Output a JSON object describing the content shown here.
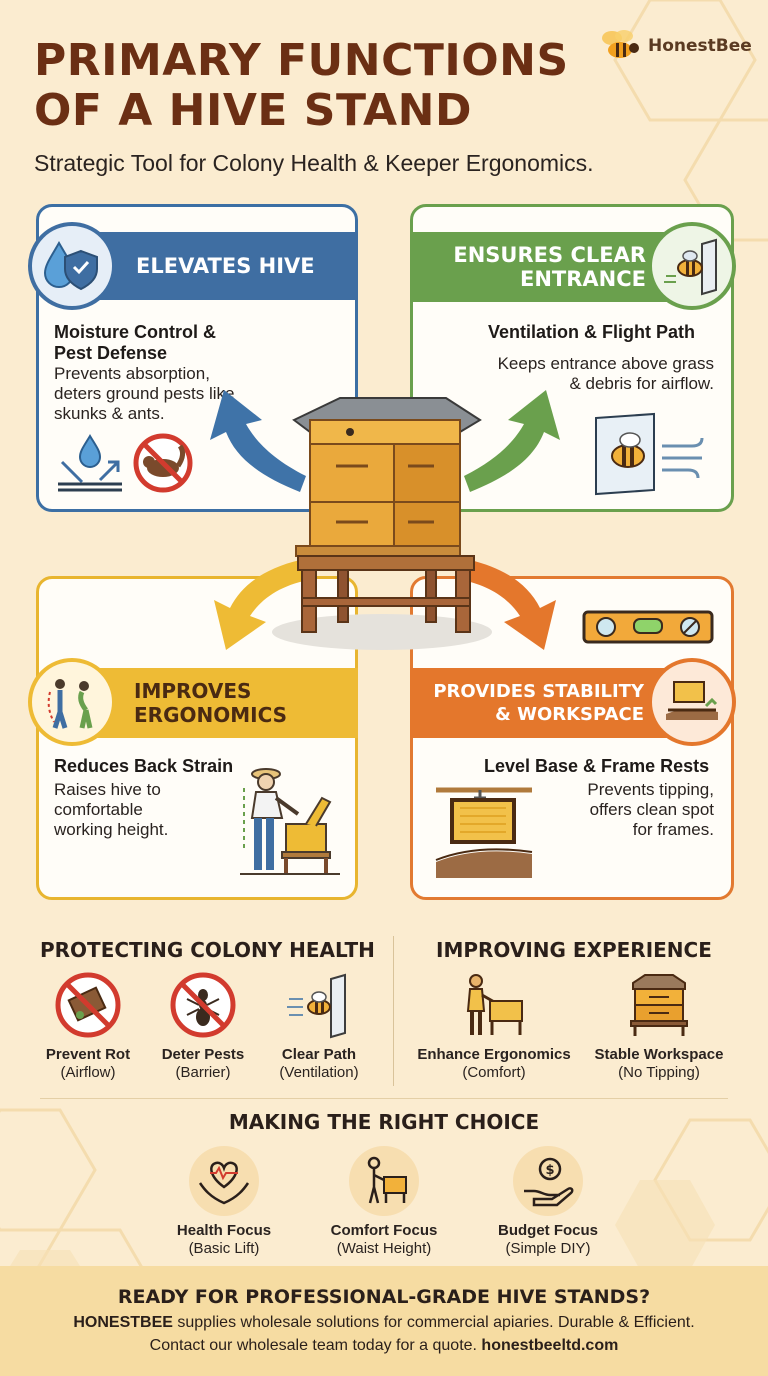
{
  "header": {
    "title_line1": "PRIMARY FUNCTIONS",
    "title_line2": "OF A HIVE STAND",
    "subtitle": "Strategic Tool for Colony Health & Keeper Ergonomics.",
    "brand": "HonestBee"
  },
  "cards": {
    "elevates": {
      "banner": "ELEVATES HIVE",
      "head_line1": "Moisture Control &",
      "head_line2": "Pest Defense",
      "body_line1": "Prevents absorption,",
      "body_line2": "deters ground pests like",
      "body_line3": "skunks & ants.",
      "color": "#3f6ea2"
    },
    "entrance": {
      "banner_line1": "ENSURES CLEAR",
      "banner_line2": "ENTRANCE",
      "head": "Ventilation & Flight Path",
      "body_line1": "Keeps entrance above grass",
      "body_line2": "& debris for airflow.",
      "color": "#6aa04d"
    },
    "ergonomics": {
      "banner_line1": "IMPROVES",
      "banner_line2": "ERGONOMICS",
      "head": "Reduces Back Strain",
      "body_line1": "Raises hive to",
      "body_line2": "comfortable",
      "body_line3": "working height.",
      "color": "#eebb35"
    },
    "stability": {
      "banner_line1": "PROVIDES STABILITY",
      "banner_line2": "& WORKSPACE",
      "head": "Level Base & Frame Rests",
      "body_line1": "Prevents tipping,",
      "body_line2": "offers clean spot",
      "body_line3": "for frames.",
      "color": "#e4772c"
    }
  },
  "colony": {
    "title": "PROTECTING COLONY HEALTH",
    "items": [
      {
        "label": "Prevent Rot",
        "sub": "(Airflow)"
      },
      {
        "label": "Deter Pests",
        "sub": "(Barrier)"
      },
      {
        "label": "Clear Path",
        "sub": "(Ventilation)"
      }
    ]
  },
  "experience": {
    "title": "IMPROVING EXPERIENCE",
    "items": [
      {
        "label": "Enhance Ergonomics",
        "sub": "(Comfort)"
      },
      {
        "label": "Stable Workspace",
        "sub": "(No Tipping)"
      }
    ]
  },
  "choice": {
    "title": "MAKING THE RIGHT CHOICE",
    "items": [
      {
        "label": "Health Focus",
        "sub": "(Basic Lift)"
      },
      {
        "label": "Comfort Focus",
        "sub": "(Waist Height)"
      },
      {
        "label": "Budget Focus",
        "sub": "(Simple DIY)"
      }
    ]
  },
  "footer": {
    "title": "READY FOR PROFESSIONAL-GRADE HIVE STANDS?",
    "brand": "HONESTBEE",
    "line1_rest": " supplies wholesale solutions for commercial apiaries. Durable & Efficient.",
    "line2_start": "Contact our wholesale team today for a quote. ",
    "website": "honestbeeltd.com"
  }
}
